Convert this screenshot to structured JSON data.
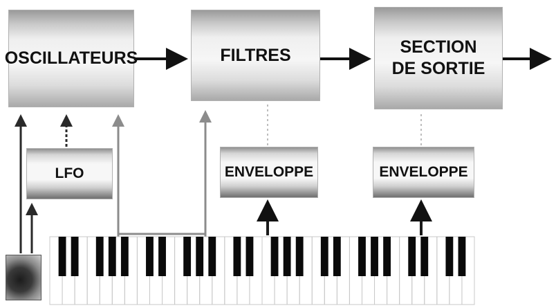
{
  "blocks": {
    "oscillators": "OSCILLATEURS",
    "filters": "FILTRES",
    "output_line1": "SECTION",
    "output_line2": "DE SORTIE",
    "lfo": "LFO",
    "envelope_filter": "ENVELOPPE",
    "envelope_output": "ENVELOPPE"
  },
  "keyboard": {
    "white_keys": 34
  },
  "colors": {
    "signal_arrow": "#111111",
    "pitch_line": "#8c8c8c",
    "mod_arrow": "#3a3a3a",
    "key_black": "#0a0a0a",
    "key_white": "#ffffff"
  }
}
